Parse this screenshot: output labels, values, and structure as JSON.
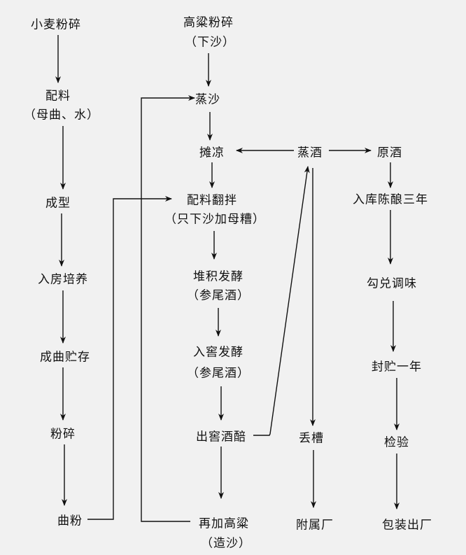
{
  "nodes": {
    "wheat_grind": "小麦粉碎",
    "mix": "配料",
    "mix_note": "（母曲、水）",
    "shaping": "成型",
    "room_culture": "入房培养",
    "qu_storage": "成曲贮存",
    "grind": "粉碎",
    "qu_powder": "曲粉",
    "sorghum_grind": "高粱粉碎",
    "sorghum_note": "（下沙）",
    "steam_sha": "蒸沙",
    "spread_cool": "摊凉",
    "mix_stir": "配料翻拌",
    "mix_stir_note": "（只下沙加母糟）",
    "pile_ferment": "堆积发酵",
    "pile_note": "（参尾酒）",
    "cellar_ferment": "入窖发酵",
    "cellar_note": "（参尾酒）",
    "out_cellar": "出窖酒醅",
    "add_sorghum": "再加高粱",
    "add_note": "（造沙）",
    "distill": "蒸酒",
    "discard": "丢槽",
    "affiliate": "附属厂",
    "raw_liquor": "原酒",
    "age": "入库陈酿三年",
    "blend": "勾兑调味",
    "seal_store": "封贮一年",
    "inspect": "检验",
    "package": "包装出厂"
  }
}
